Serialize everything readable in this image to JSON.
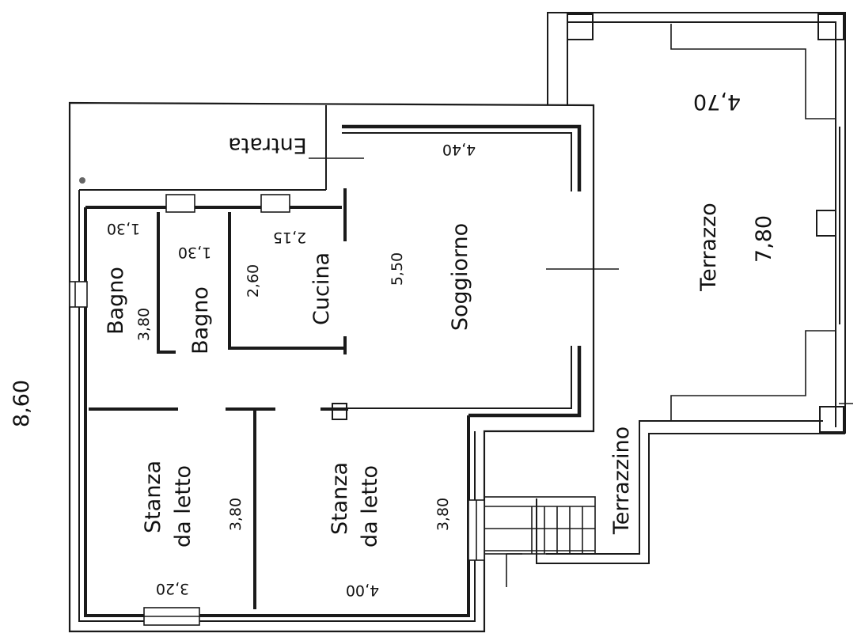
{
  "plan": {
    "overall_dimension": "8,60",
    "rooms": {
      "entrata": "Entrata",
      "bagno_1": "Bagno",
      "bagno_2": "Bagno",
      "cucina": "Cucina",
      "soggiorno": "Soggiorno",
      "terrazzo": "Terrazzo",
      "terrazzino": "Terrazzino",
      "stanza_1_line1": "Stanza",
      "stanza_1_line2": "da letto",
      "stanza_2_line1": "Stanza",
      "stanza_2_line2": "da letto"
    },
    "dimensions": {
      "bagno_1_width": "1,30",
      "bagno_1_length": "3,80",
      "bagno_2_width": "1,30",
      "cucina_width": "2,15",
      "cucina_length": "2,60",
      "soggiorno_width": "4,40",
      "soggiorno_length": "5,50",
      "terrazzo_width": "4,70",
      "terrazzo_length": "7,80",
      "stanza_1_width": "3,20",
      "stanza_1_length": "3,80",
      "stanza_2_width": "4,00",
      "stanza_2_length": "3,80"
    }
  }
}
